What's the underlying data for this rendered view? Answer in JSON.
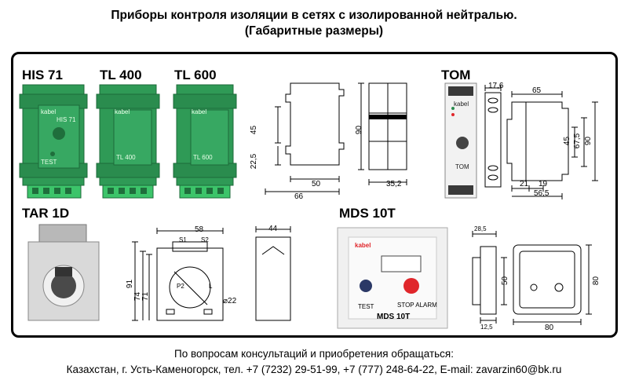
{
  "header": {
    "title_line1": "Приборы контроля изоляции в сетях с изолированной нейтралью.",
    "title_line2": "(Габаритные размеры)"
  },
  "products": {
    "his71": "HIS 71",
    "tl400": "TL 400",
    "tl600": "TL 600",
    "tom": "TOM",
    "tar1d": "TAR 1D",
    "mds10t": "MDS 10T"
  },
  "device_text": {
    "brand": "kabel",
    "his71": "HIS 71",
    "tl400": "TL 400",
    "tl600": "TL 600",
    "tom": "TOM",
    "mds10t": "MDS 10T",
    "test": "TEST",
    "stop_alarm": "STOP ALARM",
    "s1": "S1",
    "s2": "S2",
    "p2": "P2",
    "l": "L"
  },
  "dims": {
    "tl_45": "45",
    "tl_22_5": "22,5",
    "tl_50": "50",
    "tl_66": "66",
    "tl_90": "90",
    "tl_35_2": "35,2",
    "tom_17_6": "17,6",
    "tom_65": "65",
    "tom_45": "45",
    "tom_67_5": "67,5",
    "tom_90": "90",
    "tom_21": "21",
    "tom_19": "19",
    "tom_56_5": "56,5",
    "tar_58": "58",
    "tar_91": "91",
    "tar_74": "74",
    "tar_71": "71",
    "tar_22": "⌀22",
    "tar_44": "44",
    "mds_28_5": "28,5",
    "mds_50": "50",
    "mds_12_5": "12,5",
    "mds_80w": "80",
    "mds_80h": "80"
  },
  "footer": {
    "line1": "По вопросам консультаций и приобретения обращаться:",
    "line2": "Казахстан,  г. Усть-Каменогорск, тел. +7 (7232) 29-51-99, +7 (777) 248-64-22,   E-mail:  zavarzin60@bk.ru"
  },
  "colors": {
    "device_green": "#2f9a56",
    "terminal_green": "#3cc46a",
    "red_button": "#e0262b",
    "navy_button": "#2b3866"
  }
}
